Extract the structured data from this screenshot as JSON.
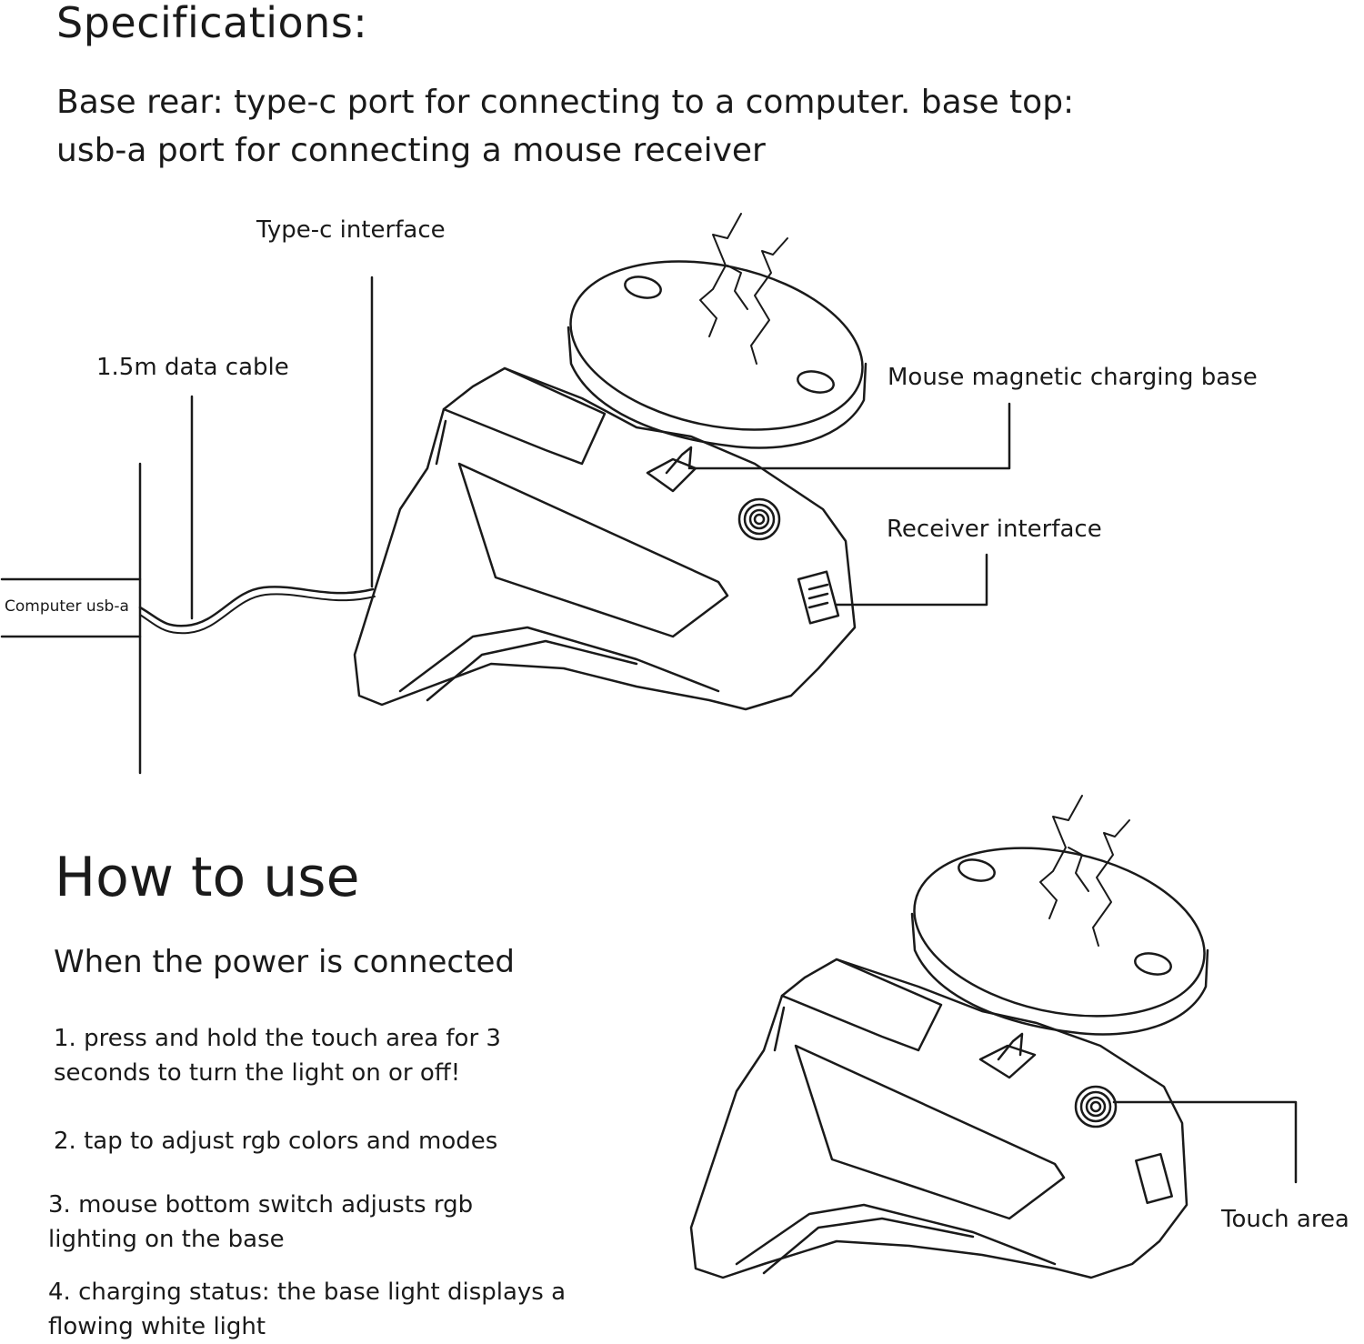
{
  "specs": {
    "title": "Specifications:",
    "description": "Base rear: type-c port for connecting to a computer. base top: usb-a port for connecting a mouse receiver"
  },
  "callouts": {
    "typec": "Type-c interface",
    "cable": "1.5m data cable",
    "computer": "Computer usb-a",
    "magnetic_base": "Mouse magnetic charging base",
    "receiver": "Receiver interface",
    "touch": "Touch area"
  },
  "howto": {
    "title": "How to use",
    "subtitle": "When the power is connected",
    "steps": [
      "1. press and hold the touch area for 3 seconds to turn the light on or off!",
      "2. tap to adjust rgb colors and modes",
      "3. mouse bottom switch adjusts rgb lighting on the base",
      "4. charging status: the base light displays a flowing white light"
    ]
  }
}
